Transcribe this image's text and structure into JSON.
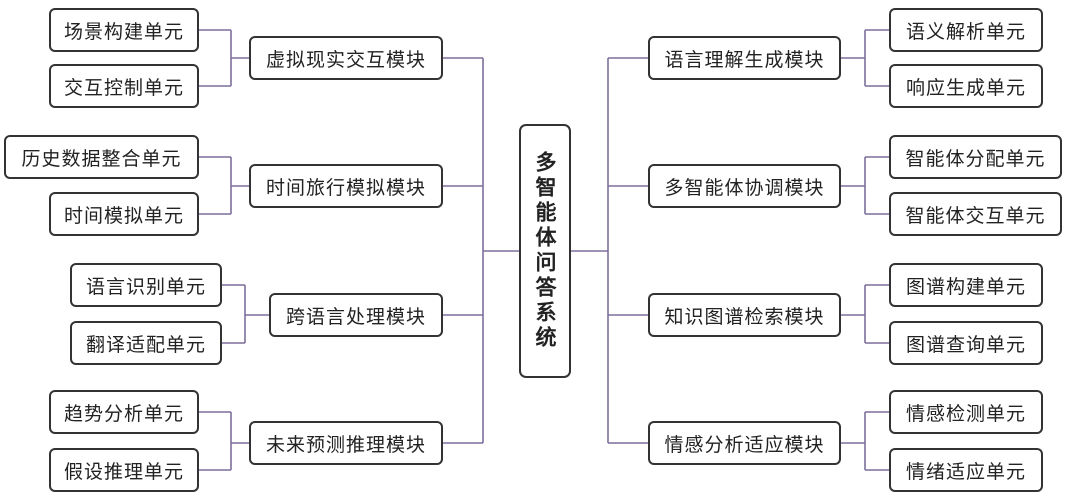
{
  "root": "多智能体问答系统",
  "left_modules": [
    {
      "label": "虚拟现实交互模块",
      "units": [
        "场景构建单元",
        "交互控制单元"
      ]
    },
    {
      "label": "时间旅行模拟模块",
      "units": [
        "历史数据整合单元",
        "时间模拟单元"
      ]
    },
    {
      "label": "跨语言处理模块",
      "units": [
        "语言识别单元",
        "翻译适配单元"
      ]
    },
    {
      "label": "未来预测推理模块",
      "units": [
        "趋势分析单元",
        "假设推理单元"
      ]
    }
  ],
  "right_modules": [
    {
      "label": "语言理解生成模块",
      "units": [
        "语义解析单元",
        "响应生成单元"
      ]
    },
    {
      "label": "多智能体协调模块",
      "units": [
        "智能体分配单元",
        "智能体交互单元"
      ]
    },
    {
      "label": "知识图谱检索模块",
      "units": [
        "图谱构建单元",
        "图谱查询单元"
      ]
    },
    {
      "label": "情感分析适应模块",
      "units": [
        "情感检测单元",
        "情绪适应单元"
      ]
    }
  ],
  "colors": {
    "node_line": "#7d6f9c",
    "box_border": "#333333"
  }
}
